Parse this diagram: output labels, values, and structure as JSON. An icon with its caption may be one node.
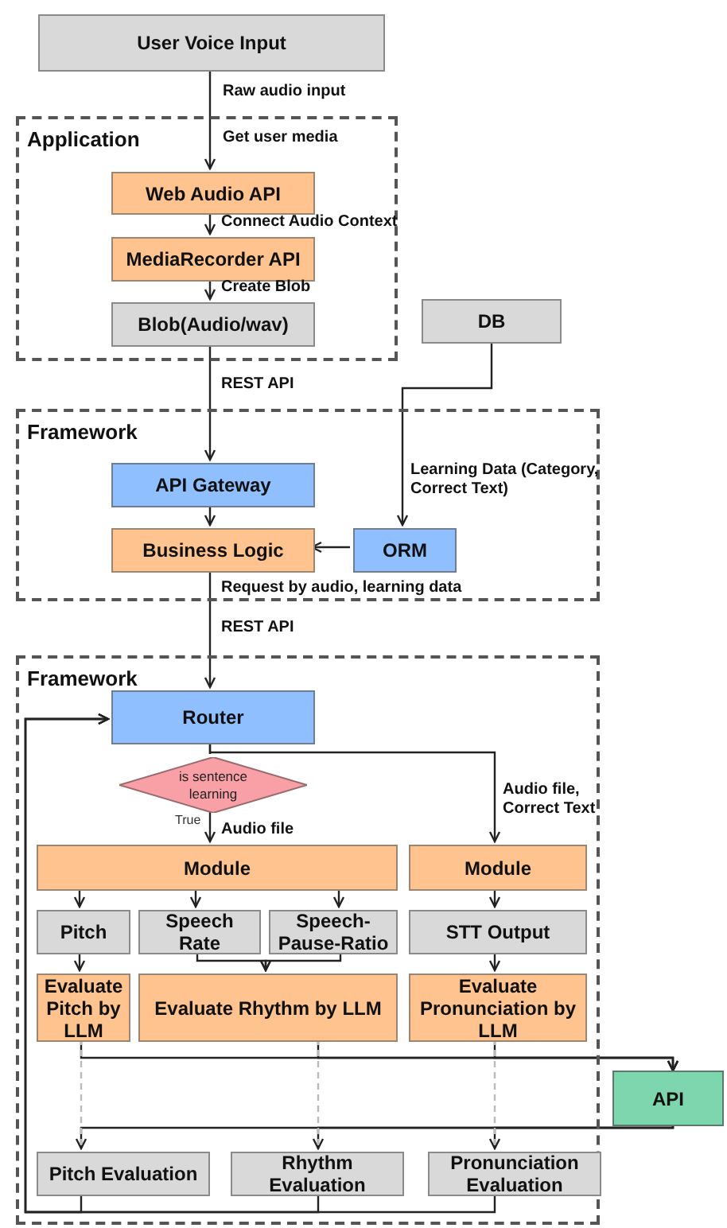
{
  "diagram": {
    "nodes": [
      {
        "text": [
          "User Voice Input"
        ]
      },
      {
        "text": [
          "Application"
        ]
      },
      {
        "text": [
          "Web Audio API"
        ],
        "in": 1
      },
      {
        "text": [
          "MediaRecorder API"
        ],
        "in": 1
      },
      {
        "text": [
          "Blob(Audio/wav)"
        ],
        "in": 1
      },
      {
        "text": [
          "DB"
        ]
      },
      {
        "text": [
          "Framework"
        ]
      },
      {
        "text": [
          "API Gateway"
        ],
        "in": 6
      },
      {
        "text": [
          "Business Logic"
        ],
        "in": 6
      },
      {
        "text": [
          "ORM"
        ],
        "in": 6
      },
      {
        "text": [
          "Framework"
        ]
      },
      {
        "text": [
          "Router"
        ],
        "in": 10
      },
      {
        "text": [
          "is sentence learning"
        ],
        "in": 10
      },
      {
        "text": [
          "Module"
        ],
        "in": 10
      },
      {
        "text": [
          "Module"
        ],
        "in": 10
      },
      {
        "text": [
          "Pitch"
        ],
        "in": 10
      },
      {
        "text": [
          "Speech Rate"
        ],
        "in": 10
      },
      {
        "text": [
          "Speech-Pause-Ratio"
        ],
        "in": 10
      },
      {
        "text": [
          "STT Output"
        ],
        "in": 10
      },
      {
        "text": [
          "Evaluate Pitch by LLM"
        ],
        "in": 10
      },
      {
        "text": [
          "Evaluate Rhythm by LLM"
        ],
        "in": 10
      },
      {
        "text": [
          "Evaluate Pronunciation by LLM"
        ],
        "in": 10
      },
      {
        "text": [
          "API"
        ]
      },
      {
        "text": [
          "Pitch Evaluation"
        ],
        "in": 10
      },
      {
        "text": [
          "Rhythm Evaluation"
        ],
        "in": 10
      },
      {
        "text": [
          "Pronunciation Evaluation"
        ],
        "in": 10
      }
    ],
    "edges": [
      {
        "from": 0,
        "to": 2,
        "arrow": "to",
        "label": "Raw audio input"
      },
      {
        "from": 2,
        "to": 3,
        "arrow": "to",
        "label": "Connect Audio Context"
      },
      {
        "from": 3,
        "to": 4,
        "arrow": "to",
        "label": "Create Blob"
      },
      {
        "from": 4,
        "to": 7,
        "arrow": "to",
        "label": "REST API"
      },
      {
        "from": 5,
        "to": 9,
        "arrow": "to",
        "label": "Learning Data (Category, Correct Text)"
      },
      {
        "from": 7,
        "to": 8,
        "arrow": "to"
      },
      {
        "from": 9,
        "to": 8,
        "arrow": "to"
      },
      {
        "from": 8,
        "to": 11,
        "arrow": "to",
        "label": "REST API"
      },
      {
        "from": 11,
        "to": 12,
        "arrow": "none"
      },
      {
        "from": 11,
        "to": 14,
        "arrow": "to",
        "label": "Audio file, Correct Text"
      },
      {
        "from": 12,
        "to": 13,
        "arrow": "to",
        "label": "Audio file"
      },
      {
        "from": 13,
        "to": 15,
        "arrow": "to"
      },
      {
        "from": 13,
        "to": 16,
        "arrow": "to"
      },
      {
        "from": 13,
        "to": 17,
        "arrow": "to"
      },
      {
        "from": 14,
        "to": 18,
        "arrow": "to"
      },
      {
        "from": 15,
        "to": 19,
        "arrow": "to"
      },
      {
        "from": 16,
        "to": 20,
        "arrow": "to"
      },
      {
        "from": 17,
        "to": 20,
        "arrow": "to"
      },
      {
        "from": 18,
        "to": 21,
        "arrow": "to"
      },
      {
        "from": 19,
        "to": 22,
        "arrow": "to"
      },
      {
        "from": 20,
        "to": 22,
        "arrow": "to"
      },
      {
        "from": 21,
        "to": 22,
        "arrow": "to"
      },
      {
        "from": 22,
        "to": 23,
        "arrow": "to"
      },
      {
        "from": 22,
        "to": 24,
        "arrow": "to"
      },
      {
        "from": 22,
        "to": 25,
        "arrow": "to"
      },
      {
        "from": 19,
        "to": 23,
        "arrow": "none",
        "style": "dashed",
        "color": "#bbbbbb"
      },
      {
        "from": 20,
        "to": 24,
        "arrow": "none",
        "style": "dashed",
        "color": "#bbbbbb"
      },
      {
        "from": 21,
        "to": 25,
        "arrow": "none",
        "style": "dashed",
        "color": "#bbbbbb"
      },
      {
        "from": 23,
        "to": 11,
        "arrow": "to"
      },
      {
        "from": 24,
        "to": 11,
        "arrow": "to"
      },
      {
        "from": 25,
        "to": 11,
        "arrow": "to"
      }
    ],
    "labels": [
      "Get user media",
      "Request by audio, learning data",
      "True"
    ]
  }
}
